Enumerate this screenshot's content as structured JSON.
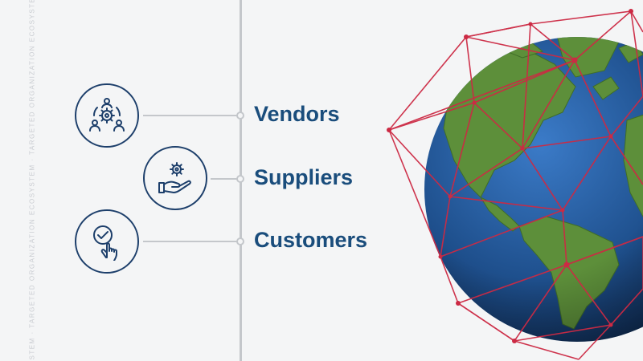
{
  "side_text": "STEM  ·  TARGETED ORGANIZATION ECOSYSTEM  ·  TARGETED ORGANIZATION ECOSYSTEM",
  "items": [
    {
      "label": "Vendors",
      "icon": "people-gear-icon"
    },
    {
      "label": "Suppliers",
      "icon": "hand-gear-icon"
    },
    {
      "label": "Customers",
      "icon": "touch-check-icon"
    }
  ],
  "colors": {
    "label": "#1a4d7c",
    "icon_stroke": "#1d3f6b",
    "line": "#c4c7cb",
    "network": "#cc2a44",
    "ocean": "#1e4f8c",
    "land": "#5d8f3a"
  }
}
